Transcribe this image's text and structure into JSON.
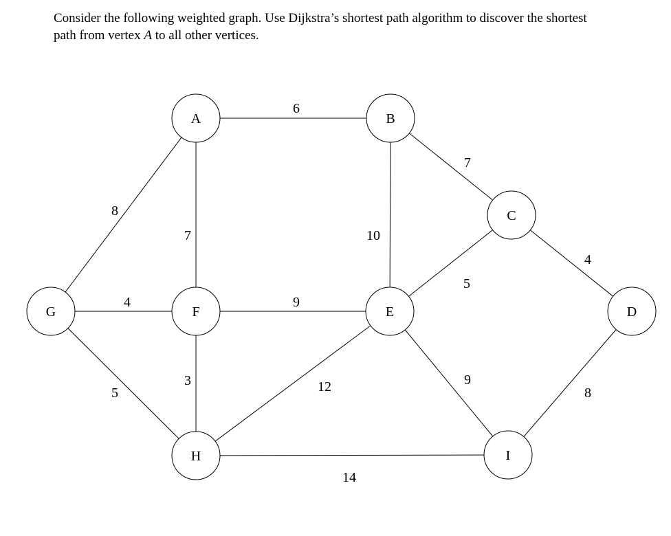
{
  "problem": {
    "line1": "Consider the following weighted graph. Use Dijkstra’s shortest path algorithm to discover the shortest",
    "line2_prefix": "path from vertex ",
    "line2_vertex": "A",
    "line2_suffix": " to all other vertices."
  },
  "graph": {
    "stroke_color": "#000000",
    "fill_color": "#ffffff",
    "nodes": [
      {
        "id": "A",
        "label": "A"
      },
      {
        "id": "B",
        "label": "B"
      },
      {
        "id": "C",
        "label": "C"
      },
      {
        "id": "D",
        "label": "D"
      },
      {
        "id": "E",
        "label": "E"
      },
      {
        "id": "F",
        "label": "F"
      },
      {
        "id": "G",
        "label": "G"
      },
      {
        "id": "H",
        "label": "H"
      },
      {
        "id": "I",
        "label": "I"
      }
    ],
    "edges": [
      {
        "from": "A",
        "to": "B",
        "weight": "6"
      },
      {
        "from": "B",
        "to": "C",
        "weight": "7"
      },
      {
        "from": "A",
        "to": "G",
        "weight": "8"
      },
      {
        "from": "A",
        "to": "F",
        "weight": "7"
      },
      {
        "from": "B",
        "to": "E",
        "weight": "10"
      },
      {
        "from": "C",
        "to": "D",
        "weight": "4"
      },
      {
        "from": "C",
        "to": "E",
        "weight": "5"
      },
      {
        "from": "G",
        "to": "F",
        "weight": "4"
      },
      {
        "from": "F",
        "to": "E",
        "weight": "9"
      },
      {
        "from": "G",
        "to": "H",
        "weight": "5"
      },
      {
        "from": "F",
        "to": "H",
        "weight": "3"
      },
      {
        "from": "E",
        "to": "H",
        "weight": "12"
      },
      {
        "from": "E",
        "to": "I",
        "weight": "9"
      },
      {
        "from": "D",
        "to": "I",
        "weight": "8"
      },
      {
        "from": "H",
        "to": "I",
        "weight": "14"
      }
    ]
  }
}
